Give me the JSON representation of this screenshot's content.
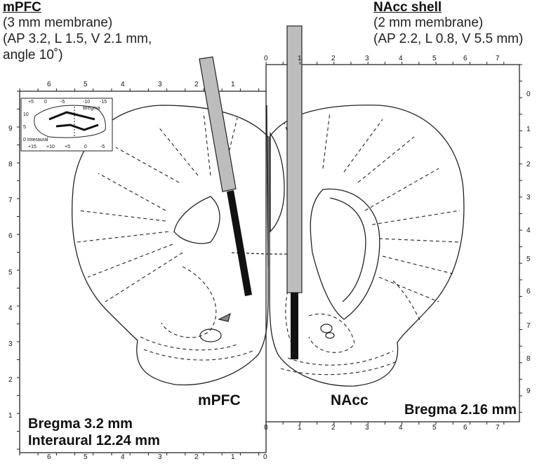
{
  "left_section": {
    "probe_title": "mPFC",
    "probe_lines": [
      "(3 mm membrane)",
      "(AP 3.2, L 1.5, V 2.1 mm,",
      "angle 10˚)"
    ],
    "region_label": "mPFC",
    "bregma": "Bregma 3.2 mm",
    "interaural": "Interaural 12.24 mm",
    "vertical_ticks": [
      "9",
      "8",
      "7",
      "6",
      "5",
      "4",
      "3",
      "2",
      "1"
    ],
    "top_ticks": [
      "6",
      "5",
      "4",
      "3",
      "2",
      "1"
    ],
    "bottom_ticks": [
      "6",
      "5",
      "4",
      "3",
      "2",
      "1",
      "0"
    ]
  },
  "right_section": {
    "probe_title": "NAcc shell",
    "probe_lines": [
      "(2 mm membrane)",
      "(AP 2.2, L 0.8, V 5.5 mm)"
    ],
    "region_label": "NAcc",
    "bregma": "Bregma 2.16 mm",
    "vertical_ticks": [
      "0",
      "1",
      "2",
      "3",
      "4",
      "5",
      "6",
      "7",
      "8",
      "9"
    ],
    "top_ticks": [
      "0",
      "1",
      "2",
      "3",
      "4",
      "5",
      "6",
      "7"
    ],
    "bottom_ticks": [
      "0",
      "1",
      "2",
      "3",
      "4",
      "5",
      "6",
      "7"
    ]
  },
  "inset": {
    "label_bregma": "Bregma",
    "label_interaural": "0 Interaural",
    "top_ticks": [
      "+5",
      "0",
      "-5",
      "-10",
      "-15"
    ],
    "bottom_ticks": [
      "+15",
      "+10",
      "+5",
      "0",
      "-5"
    ],
    "left_ticks": [
      "10",
      "5"
    ]
  },
  "colors": {
    "probe_gray": "#bdbdbd",
    "tip_black": "#111111",
    "line": "#222222"
  }
}
